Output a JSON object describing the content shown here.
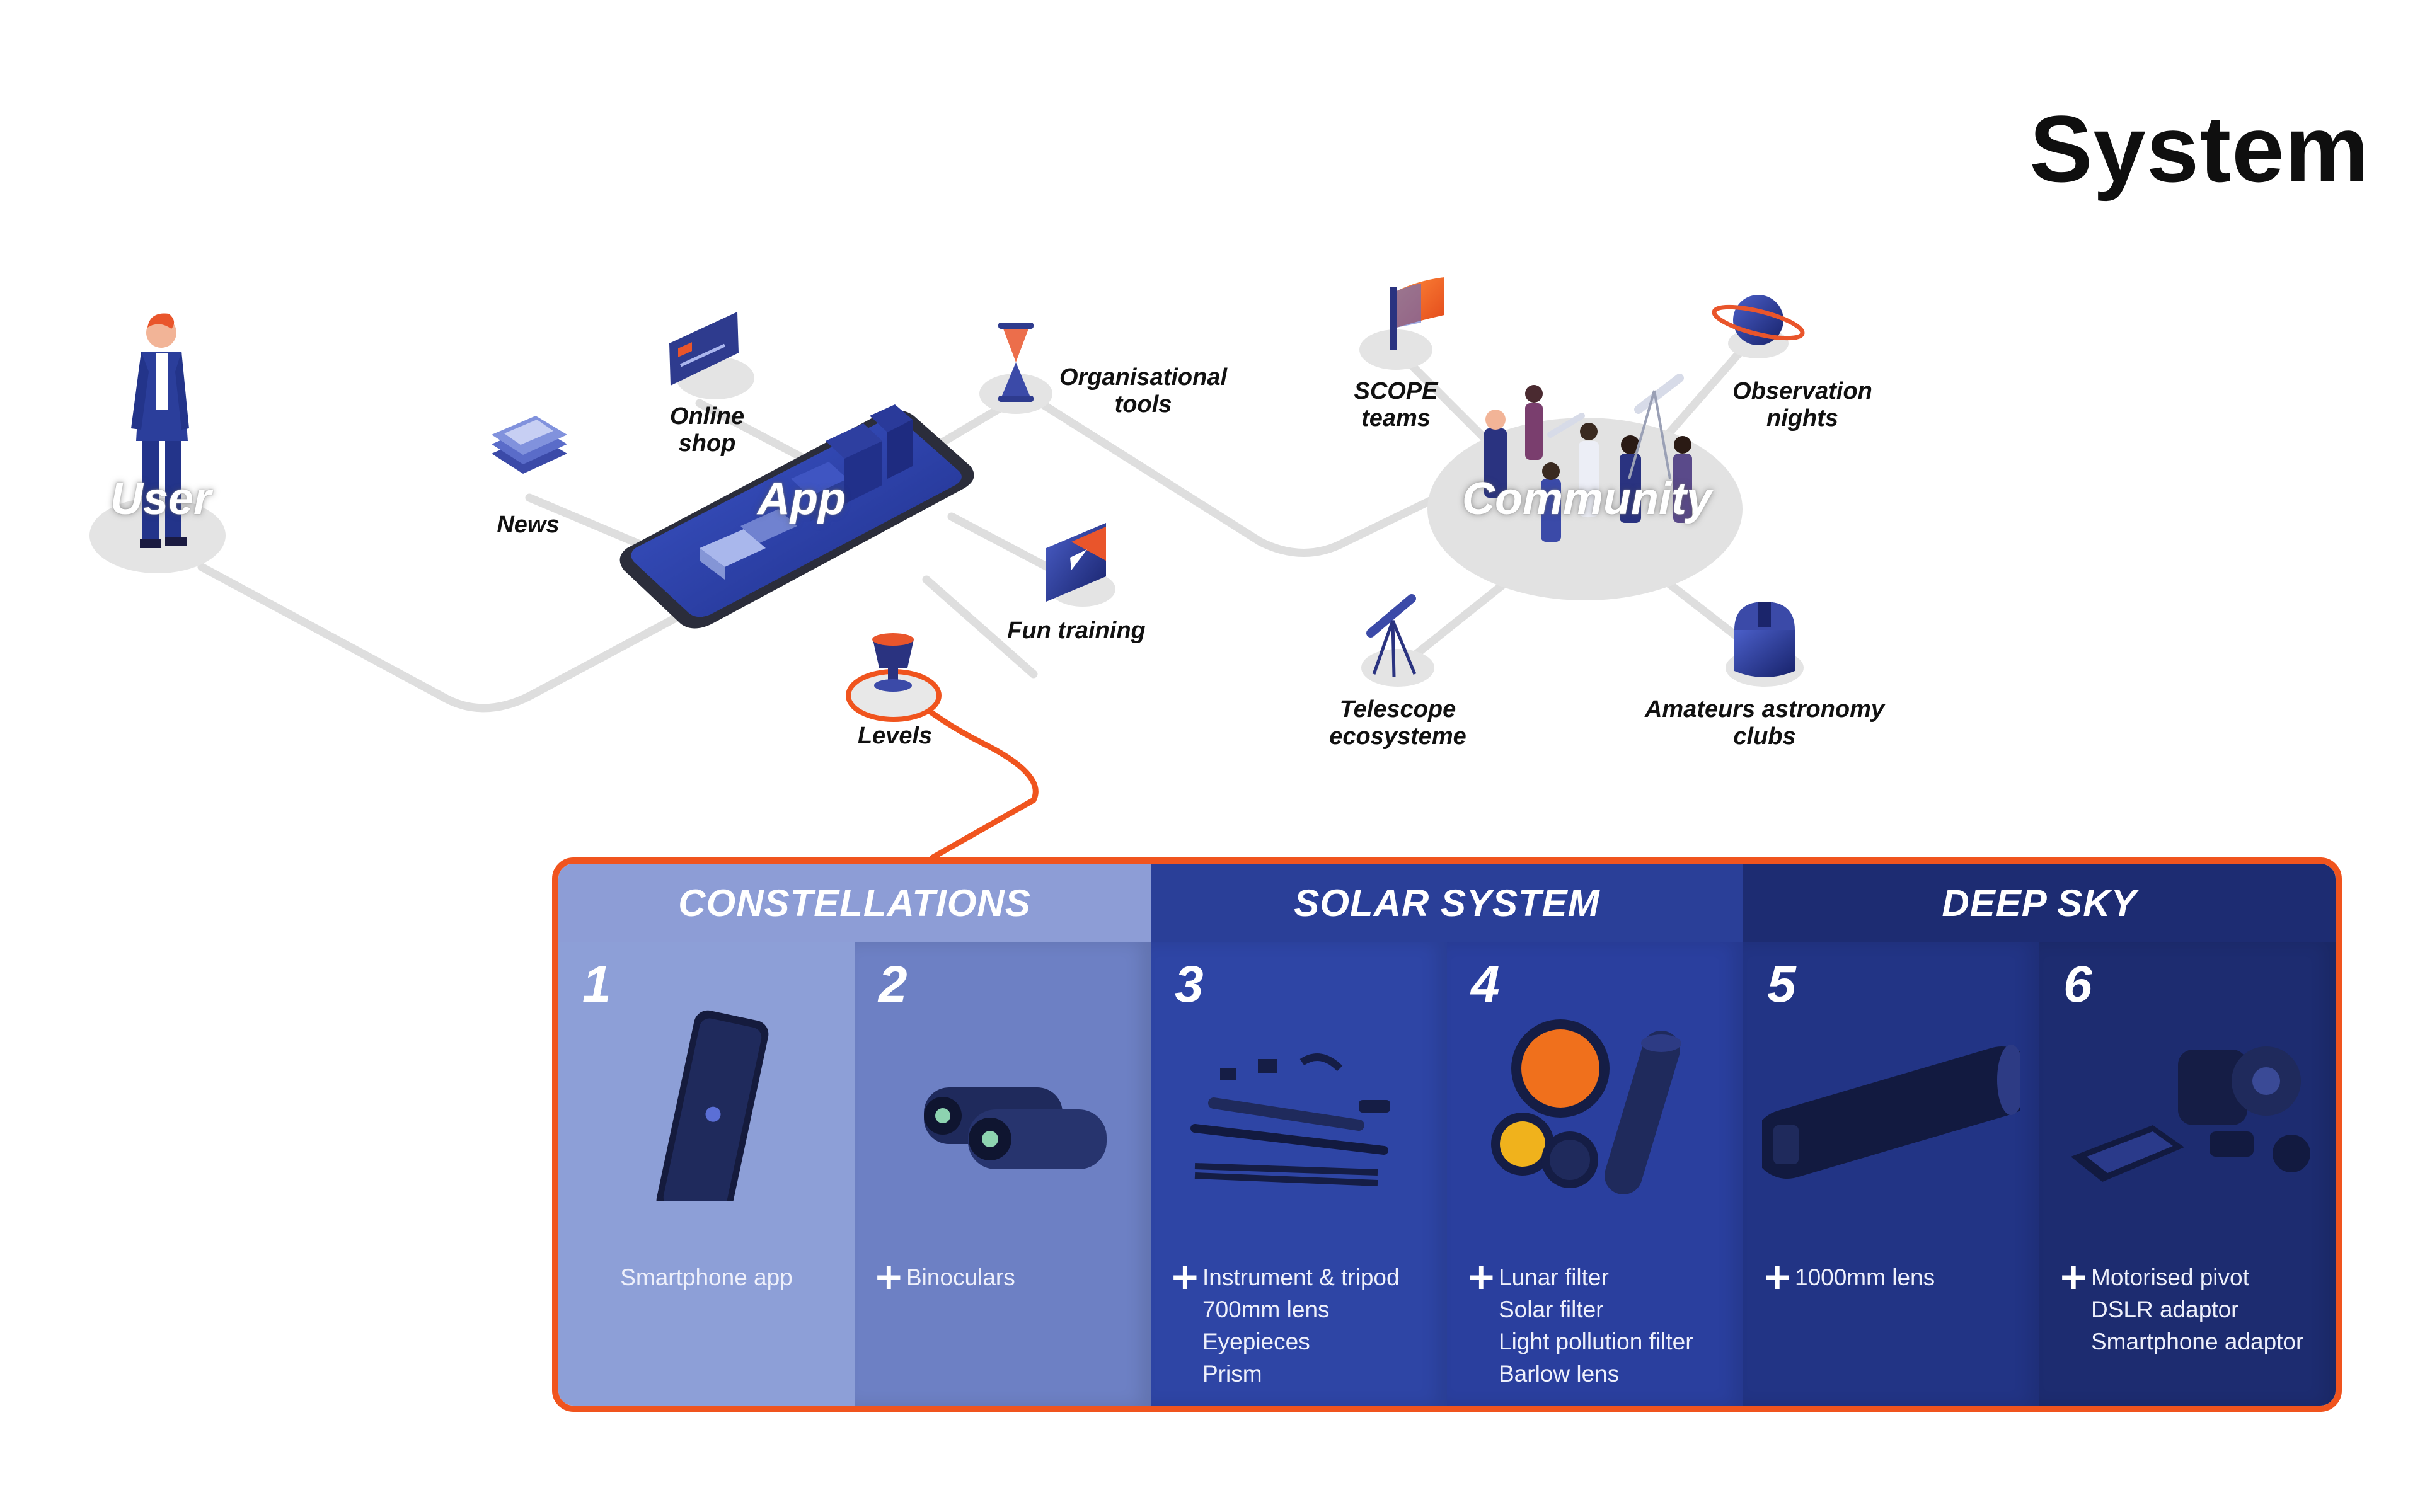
{
  "page": {
    "title": "System"
  },
  "nodes": {
    "user": "User",
    "app": "App",
    "community": "Community",
    "news": "News",
    "online_shop": "Online\nshop",
    "organisational_tools": "Organisational\ntools",
    "fun_training": "Fun training",
    "levels": "Levels",
    "scope_teams": "SCOPE\nteams",
    "observation_nights": "Observation\nnights",
    "telescope_ecosysteme": "Telescope\necosysteme",
    "amateurs_clubs": "Amateurs astronomy\nclubs"
  },
  "panel": {
    "categories": [
      {
        "label": "CONSTELLATIONS",
        "color": "#8d9dd6"
      },
      {
        "label": "SOLAR SYSTEM",
        "color": "#2a3f98"
      },
      {
        "label": "DEEP SKY",
        "color": "#1d2c72"
      }
    ],
    "levels": [
      {
        "number": "1",
        "items": [
          "Smartphone app"
        ],
        "plus": "",
        "color": "#8d9fd7",
        "icon": "smartphone"
      },
      {
        "number": "2",
        "items": [
          "Binoculars"
        ],
        "plus": "+",
        "color": "#6d80c4",
        "icon": "binoculars"
      },
      {
        "number": "3",
        "items": [
          "Instrument & tripod",
          "700mm lens",
          "Eyepieces",
          "Prism"
        ],
        "plus": "+",
        "color": "#2e45a5",
        "icon": "instrument-kit"
      },
      {
        "number": "4",
        "items": [
          "Lunar filter",
          "Solar filter",
          "Light pollution filter",
          "Barlow lens"
        ],
        "plus": "+",
        "color": "#2a3f9e",
        "icon": "filters"
      },
      {
        "number": "5",
        "items": [
          "1000mm lens"
        ],
        "plus": "+",
        "color": "#223485",
        "icon": "lens"
      },
      {
        "number": "6",
        "items": [
          "Motorised pivot",
          "DSLR adaptor",
          "Smartphone adaptor"
        ],
        "plus": "+",
        "color": "#1d2c70",
        "icon": "motorised-pivot"
      }
    ]
  },
  "colors": {
    "accent": "#f0541e",
    "path": "#dcdcdc",
    "platform": "#e4e4e4",
    "navy": "#2a3380"
  }
}
